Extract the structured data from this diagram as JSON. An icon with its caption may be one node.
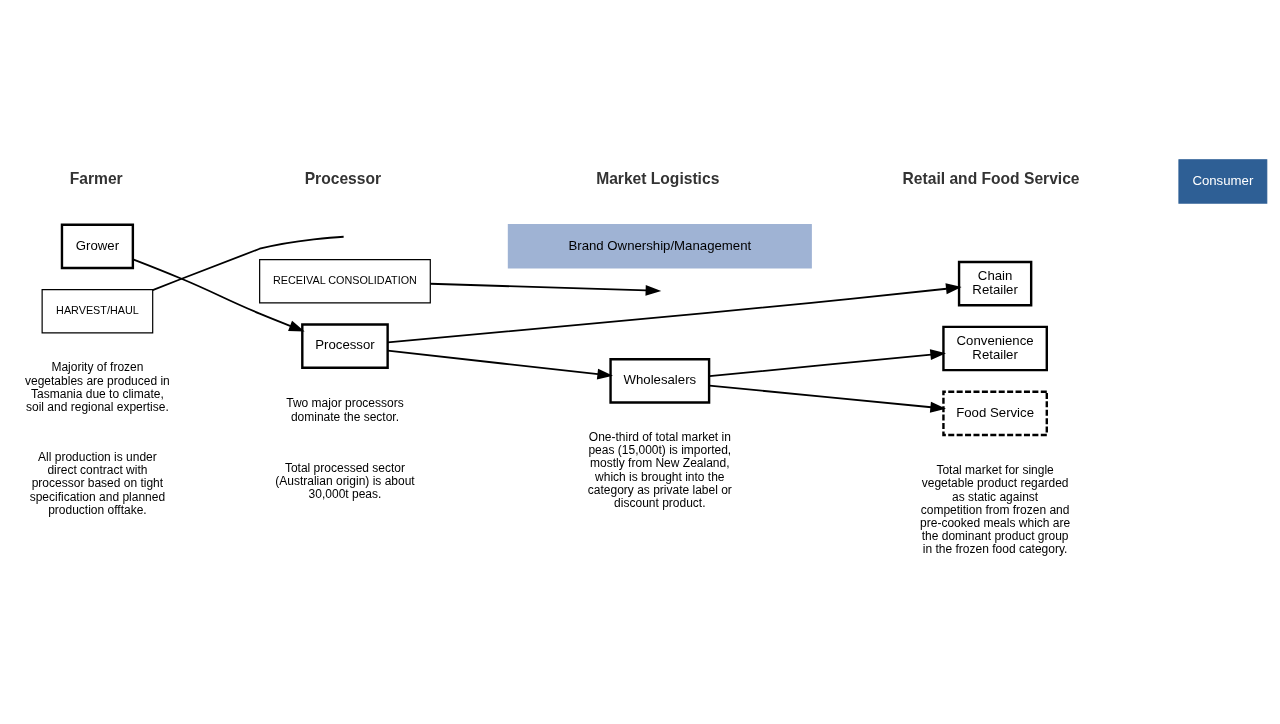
{
  "diagram": {
    "nodes": [
      {
        "text": [
          "Brand Ownership/Management"
        ]
      },
      {
        "text": [
          "RECEIVAL CONSOLIDATION"
        ]
      },
      {
        "text": [
          "Grower"
        ]
      },
      {
        "text": [
          "Processor"
        ]
      },
      {
        "text": [
          "HARVEST/HAUL"
        ]
      },
      {
        "text": [
          "Chain Retailer"
        ]
      },
      {
        "text": [
          "Convenience Retailer"
        ]
      },
      {
        "text": [
          "Wholesalers"
        ]
      },
      {
        "text": [
          "Food Service"
        ]
      },
      {
        "text": [
          "Consumer"
        ]
      }
    ],
    "edges": [
      {
        "from": 2,
        "to": 3,
        "arrow": "to"
      },
      {
        "from": 1,
        "to": null,
        "arrow": "to"
      },
      {
        "from": 4,
        "to": null,
        "arrow": "none"
      },
      {
        "from": 3,
        "to": 5,
        "arrow": "to"
      },
      {
        "from": 3,
        "to": 7,
        "arrow": "to"
      },
      {
        "from": 7,
        "to": 6,
        "arrow": "to"
      },
      {
        "from": 7,
        "to": 8,
        "arrow": "to"
      }
    ],
    "labels": [
      "Farmer",
      "Processor",
      "Market Logistics",
      "Retail and Food Service",
      "Majority of frozen vegetables are produced in Tasmania due to climate, soil and regional expertise.",
      "All production is under direct contract with processor based on tight specification and planned production offtake.",
      "Two major processors dominate the sector.",
      "Total processed sector (Australian origin) is about 30,000t peas.",
      "One-third of total market in peas (15,000t) is imported, mostly from New Zealand, which is brought into the category as private label or discount product.",
      "Total market for single vegetable product regarded as static against competition from frozen and pre-cooked meals which are the dominant product group in the frozen food category."
    ]
  }
}
